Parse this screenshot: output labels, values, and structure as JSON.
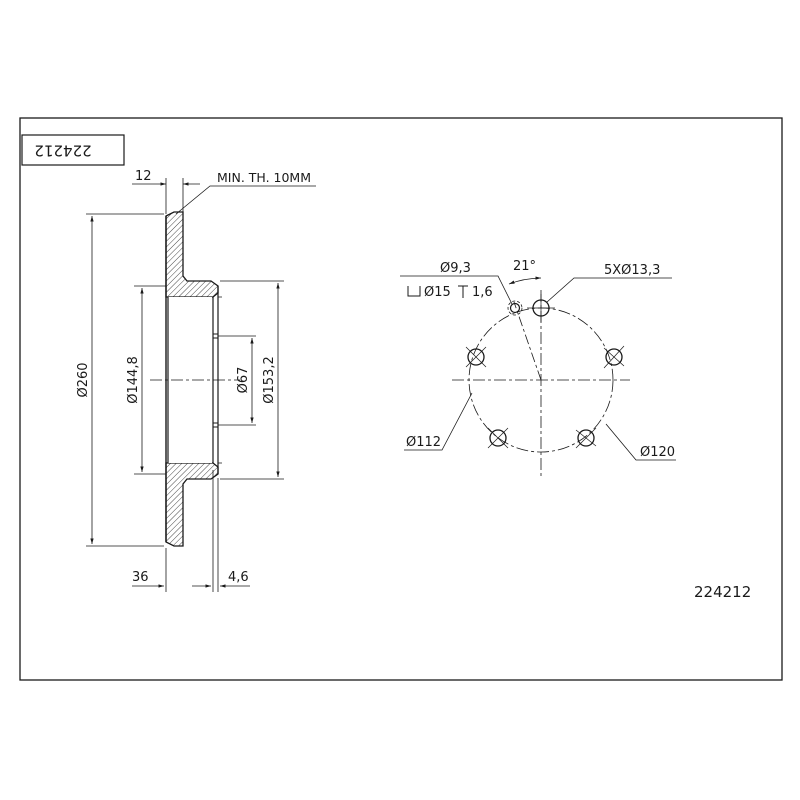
{
  "title_block": {
    "part_number_rotated": "224212",
    "part_number": "224212"
  },
  "section_view": {
    "flange_thickness": "12",
    "min_thickness_note": "MIN. TH. 10MM",
    "outer_diameter": "Ø260",
    "hat_inner_diameter": "Ø144,8",
    "center_bore": "Ø67",
    "hat_outer_diameter": "Ø153,2",
    "total_height": "36",
    "hat_wall": "4,6"
  },
  "bolt_pattern_view": {
    "pilot_hole": "Ø9,3",
    "counterbore": "Ø15",
    "counterbore_depth": "1,6",
    "angle": "21°",
    "bolt_holes": "5XØ13,3",
    "pcd_inner": "Ø112",
    "pcd_outer": "Ø120"
  },
  "colors": {
    "line": "#1a1a1a",
    "background": "#ffffff"
  }
}
